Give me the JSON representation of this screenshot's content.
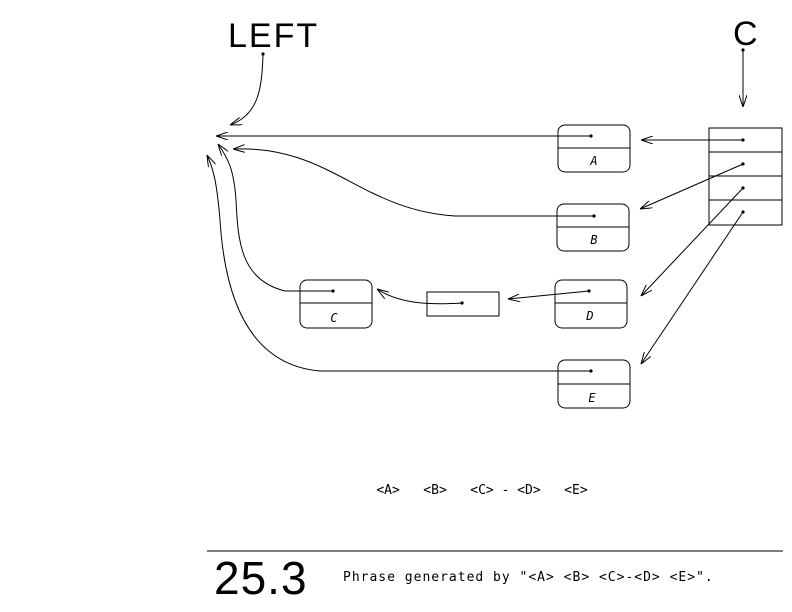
{
  "labels": {
    "left": "LEFT",
    "c": "C"
  },
  "nodes": {
    "a": "A",
    "b": "B",
    "c": "C",
    "d": "D",
    "e": "E"
  },
  "phrase": "<A>   <B>   <C> - <D>   <E>",
  "figure": {
    "number": "25.3",
    "caption": "Phrase generated by \"<A> <B> <C>-<D> <E>\"."
  }
}
